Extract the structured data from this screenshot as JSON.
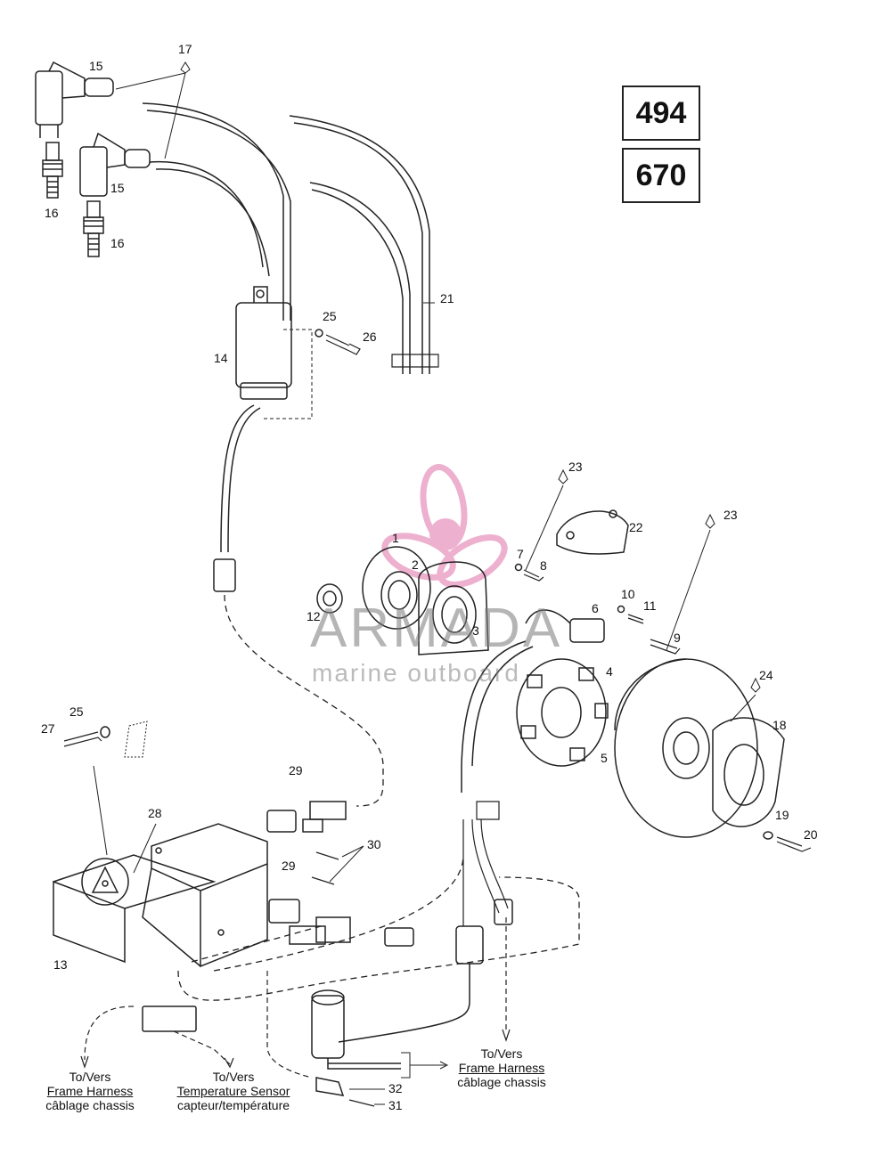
{
  "models": [
    "494",
    "670"
  ],
  "callouts": {
    "c1": "1",
    "c2": "2",
    "c3": "3",
    "c4": "4",
    "c5": "5",
    "c6": "6",
    "c7": "7",
    "c8": "8",
    "c9": "9",
    "c10": "10",
    "c11": "11",
    "c12": "12",
    "c13": "13",
    "c14": "14",
    "c15a": "15",
    "c15b": "15",
    "c16a": "16",
    "c16b": "16",
    "c17": "17",
    "c18": "18",
    "c19": "19",
    "c20": "20",
    "c21": "21",
    "c22": "22",
    "c23a": "23",
    "c23b": "23",
    "c24": "24",
    "c25a": "25",
    "c25b": "25",
    "c26": "26",
    "c27": "27",
    "c28": "28",
    "c29a": "29",
    "c29b": "29",
    "c30": "30",
    "c31": "31",
    "c32": "32"
  },
  "destinations": {
    "frame_left": {
      "to": "To/Vers",
      "name": "Frame Harness",
      "fr": "câblage chassis"
    },
    "temp_sensor": {
      "to": "To/Vers",
      "name": "Temperature Sensor",
      "fr": "capteur/température"
    },
    "frame_right": {
      "to": "To/Vers",
      "name": "Frame Harness",
      "fr": "câblage chassis"
    }
  },
  "watermark": {
    "brand": "ARMADA",
    "tagline": "marine outboard",
    "accent_color": "#e070a8"
  }
}
